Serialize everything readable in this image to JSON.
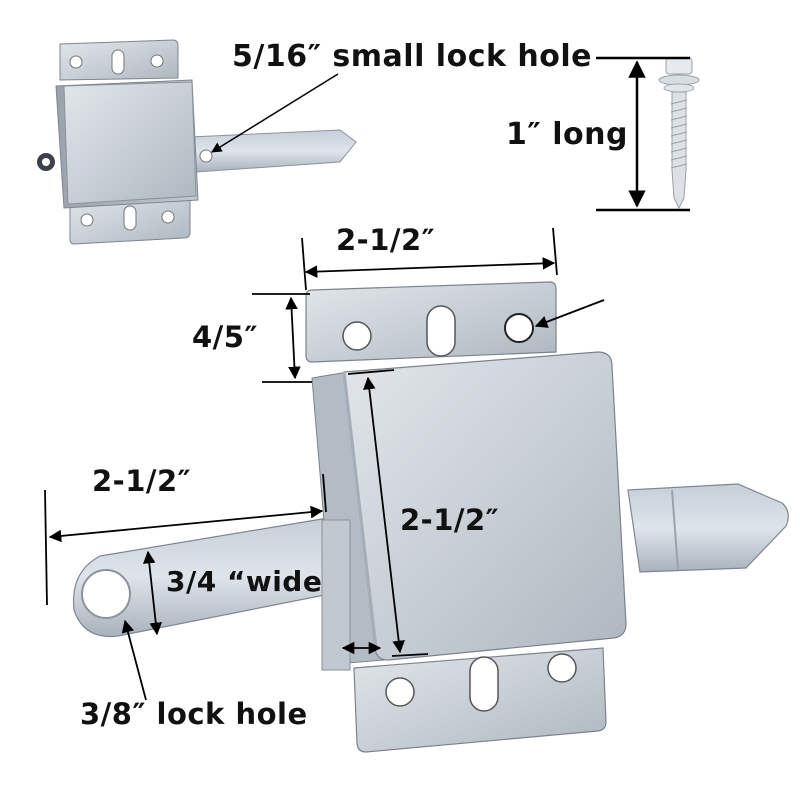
{
  "diagram": {
    "subject": "garage door slide lock with dimensions",
    "colors": {
      "background": "#ffffff",
      "metal_light": "#d4d9df",
      "metal_mid": "#b7bec7",
      "metal_dark": "#8e969f",
      "text": "#111111",
      "dimension_line": "#000000"
    },
    "labels": {
      "small_lock_hole": "5/16″ small lock hole",
      "screw_length": "1″ long",
      "top_width": "2-1/2″",
      "plate_height": "4/5″",
      "bolt_length": "2-1/2″",
      "body_height": "2-1/2″",
      "bolt_width": "3/4 “wide",
      "lock_hole": "3/8″ lock hole"
    },
    "components": [
      {
        "name": "small-latch-preview",
        "description": "small overview photo of the slide lock"
      },
      {
        "name": "self-drilling-screw",
        "description": "hex head self-drilling screw"
      },
      {
        "name": "main-slide-lock",
        "description": "enlarged slide lock with mounting plates and bolt"
      }
    ]
  }
}
